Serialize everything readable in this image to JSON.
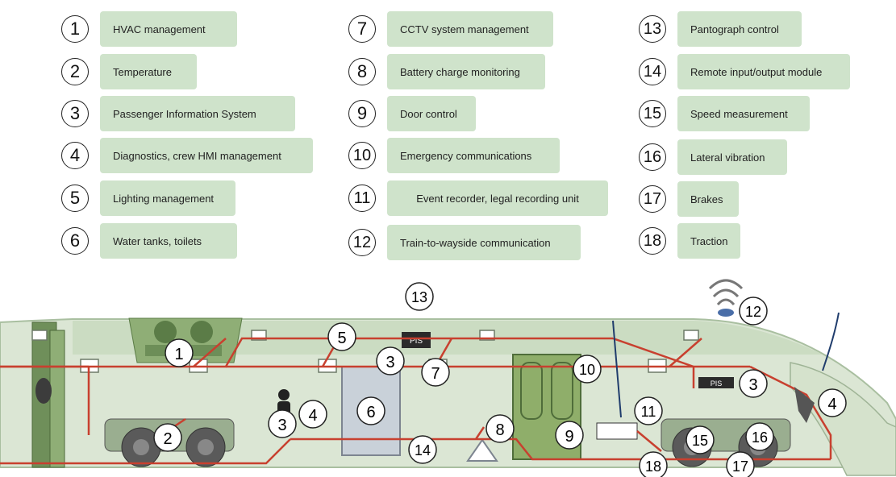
{
  "legend": [
    {
      "num": "1",
      "label": "HVAC management"
    },
    {
      "num": "2",
      "label": "Temperature"
    },
    {
      "num": "3",
      "label": "Passenger Information System"
    },
    {
      "num": "4",
      "label": "Diagnostics, crew HMI management"
    },
    {
      "num": "5",
      "label": "Lighting management"
    },
    {
      "num": "6",
      "label": "Water tanks, toilets"
    },
    {
      "num": "7",
      "label": "CCTV system management"
    },
    {
      "num": "8",
      "label": "Battery charge monitoring"
    },
    {
      "num": "9",
      "label": "Door control"
    },
    {
      "num": "10",
      "label": "Emergency communications"
    },
    {
      "num": "11",
      "label": "Event recorder, legal recording unit"
    },
    {
      "num": "12",
      "label": "Train-to-wayside communication"
    },
    {
      "num": "13",
      "label": "Pantograph control"
    },
    {
      "num": "14",
      "label": "Remote input/output module"
    },
    {
      "num": "15",
      "label": "Speed measurement"
    },
    {
      "num": "16",
      "label": "Lateral vibration"
    },
    {
      "num": "17",
      "label": "Brakes"
    },
    {
      "num": "18",
      "label": "Traction"
    }
  ],
  "diagram": {
    "markers": [
      "1",
      "2",
      "3",
      "4",
      "5",
      "6",
      "7",
      "8",
      "9",
      "10",
      "11",
      "12",
      "13",
      "14",
      "15",
      "16",
      "17",
      "18",
      "3",
      "4",
      "3"
    ],
    "screens": {
      "pis_main": "PIS",
      "pis_cab": "PIS"
    }
  },
  "colors": {
    "label_bg": "#cfe3cb",
    "train_body": "#dbe6d4",
    "train_roof": "#b9cdb0",
    "wiring": "#c8402f",
    "door": "#7fa35a"
  }
}
